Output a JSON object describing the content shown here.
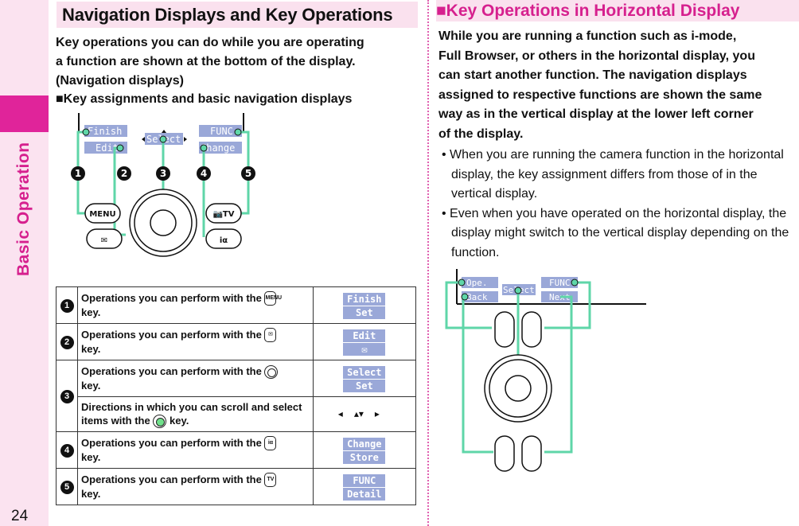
{
  "side": {
    "label": "Basic Operation",
    "page_number": "24"
  },
  "left": {
    "title": "Navigation Displays and Key Operations",
    "intro": [
      "Key operations you can do while you are operating",
      "a function are shown at the bottom of the display.",
      "(Navigation displays)"
    ],
    "subhead": "■Key assignments and basic navigation displays",
    "callouts": [
      "1",
      "2",
      "3",
      "4",
      "5"
    ],
    "screen_labels": {
      "finish": "Finish",
      "edit": "Edit",
      "select": "Select",
      "func": "FUNC",
      "change": "Change"
    },
    "key_icons": {
      "menu": "MENU",
      "mail": "✉",
      "tv": "📷TV",
      "imode": "iα"
    }
  },
  "table": {
    "rows": [
      {
        "num": "1",
        "text_before": "Operations you can perform with the",
        "key": "MENU",
        "text_after": "key.",
        "soft": [
          "Finish",
          "Set"
        ]
      },
      {
        "num": "2",
        "text_before": "Operations you can perform with the",
        "key": "✉",
        "text_after": "key.",
        "soft": [
          "Edit",
          "✉"
        ]
      },
      {
        "num": "3",
        "text_before": "Operations you can perform with the",
        "key": "ring",
        "text_after": "key.",
        "soft": [
          "Select",
          "Set"
        ]
      },
      {
        "num": "",
        "text_before": "Directions in which you can scroll and select items with the",
        "key": "ring-green",
        "text_after": "key.",
        "soft": [
          "◂",
          "▴▾",
          "▸"
        ]
      },
      {
        "num": "4",
        "text_before": "Operations you can perform with the",
        "key": "iα",
        "text_after": "key.",
        "soft": [
          "Change",
          "Store"
        ]
      },
      {
        "num": "5",
        "text_before": "Operations you can perform with the",
        "key": "TV",
        "text_after": "key.",
        "soft": [
          "FUNC",
          "Detail"
        ]
      }
    ]
  },
  "right": {
    "title": "■Key Operations in Horizontal Display",
    "intro": [
      "While you are running a function such as i-mode,",
      "Full Browser, or others in the horizontal display, you",
      "can start another function. The navigation displays",
      "assigned to respective functions are shown the same",
      "way as in the vertical display at the lower left corner",
      "of the display."
    ],
    "bullets": [
      "• When you are running the camera function in the horizontal display, the key assignment differs from those of in the vertical display.",
      "• Even when you have operated on the horizontal display, the display might switch to the vertical display depending on the function."
    ],
    "screen_labels": {
      "ope": "Ope.",
      "back": "Back",
      "select": "Select",
      "func": "FUNC",
      "next": "Next"
    }
  },
  "colors": {
    "accent_pink": "#e0249a",
    "softkey_blue": "#9aa8d8",
    "callout_green": "#5fd6a8"
  }
}
